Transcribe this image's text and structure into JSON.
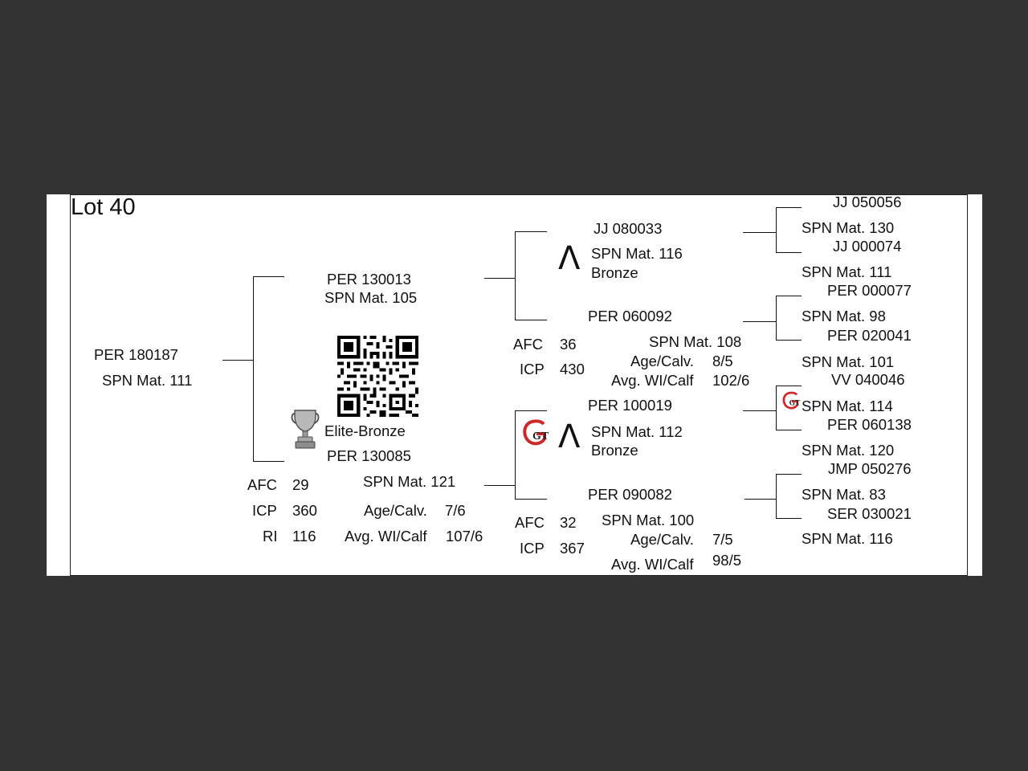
{
  "lot": "Lot 40",
  "subject": {
    "id": "PER 180187",
    "mat": "SPN Mat. 111"
  },
  "sire": {
    "id": "PER 130013",
    "mat": "SPN Mat. 105"
  },
  "dam": {
    "award": "Elite-Bronze",
    "id": "PER 130085",
    "mat": "SPN Mat. 121",
    "afc_label": "AFC",
    "afc": "29",
    "icp_label": "ICP",
    "icp": "360",
    "ri_label": "RI",
    "ri": "116",
    "age_label": "Age/Calv.",
    "age": "7/6",
    "wi_label": "Avg. WI/Calf",
    "wi": "107/6"
  },
  "sire_sire": {
    "id": "JJ  080033",
    "mat": "SPN Mat. 116",
    "award": "Bronze"
  },
  "sire_dam": {
    "id": "PER 060092",
    "mat": "SPN Mat. 108",
    "afc_label": "AFC",
    "afc": "36",
    "icp_label": "ICP",
    "icp": "430",
    "age_label": "Age/Calv.",
    "age": "8/5",
    "wi_label": "Avg. WI/Calf",
    "wi": "102/6"
  },
  "dam_sire": {
    "id": "PER 100019",
    "mat": "SPN Mat. 112",
    "award": "Bronze"
  },
  "dam_dam": {
    "id": "PER 090082",
    "mat": "SPN Mat. 100",
    "afc_label": "AFC",
    "afc": "32",
    "icp_label": "ICP",
    "icp": "367",
    "age_label": "Age/Calv.",
    "age": "7/5",
    "wi_label": "Avg. WI/Calf",
    "wi": "98/5"
  },
  "ggp": [
    {
      "id": "JJ  050056",
      "mat": "SPN Mat. 130"
    },
    {
      "id": "JJ  000074",
      "mat": "SPN Mat. 111"
    },
    {
      "id": "PER 000077",
      "mat": "SPN Mat. 98"
    },
    {
      "id": "PER 020041",
      "mat": "SPN Mat. 101"
    },
    {
      "id": "VV  040046",
      "mat": "SPN Mat. 114"
    },
    {
      "id": "PER 060138",
      "mat": "SPN Mat. 120"
    },
    {
      "id": "JMP 050276",
      "mat": "SPN Mat. 83"
    },
    {
      "id": "SER 030021",
      "mat": "SPN Mat. 116"
    }
  ],
  "icons": {
    "lambda": "Λ",
    "gt_logo": "GT",
    "qr": "qr-code-icon",
    "trophy": "trophy-icon"
  },
  "colors": {
    "background": "#333333",
    "sheet": "#ffffff",
    "logo_red": "#cc2a2a"
  }
}
